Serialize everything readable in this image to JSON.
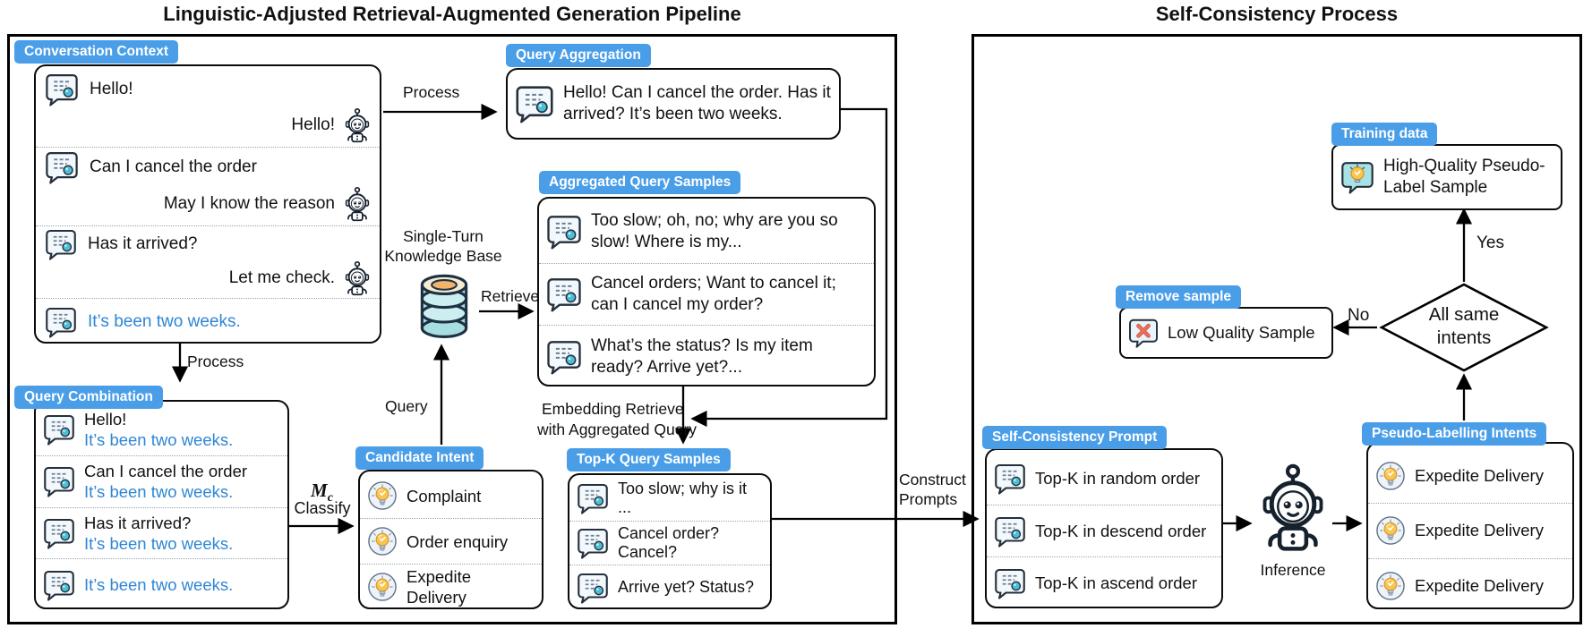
{
  "titles": {
    "left": "Linguistic-Adjusted Retrieval-Augmented Generation Pipeline",
    "right": "Self-Consistency Process"
  },
  "colors": {
    "label_bg": "#4a9ee8",
    "blue_text": "#2e86d4",
    "border": "#000000"
  },
  "conversation": {
    "label": "Conversation Context",
    "rows": [
      {
        "user": "Hello!",
        "bot": "Hello!"
      },
      {
        "user": "Can I cancel the order",
        "bot": "May I know the reason"
      },
      {
        "user": "Has it arrived?",
        "bot": "Let me check."
      }
    ],
    "final_user": "It’s been two weeks."
  },
  "query_aggregation": {
    "label": "Query Aggregation",
    "text": "Hello! Can I cancel the order. Has it arrived? It’s been two weeks."
  },
  "aggregated": {
    "label": "Aggregated Query Samples",
    "items": [
      "Too slow; oh, no; why are you so slow! Where is my...",
      "Cancel orders; Want to cancel it; can I cancel my order?",
      "What’s the status? Is my item ready? Arrive yet?..."
    ]
  },
  "combination": {
    "label": "Query Combination",
    "rows": [
      {
        "black": "Hello!",
        "blue": "It’s been two weeks."
      },
      {
        "black": "Can I cancel the order",
        "blue": "It’s been two weeks."
      },
      {
        "black": "Has it arrived?",
        "blue": "It’s been two weeks."
      }
    ],
    "final": "It’s been two weeks."
  },
  "knowledge_base": {
    "line1": "Single-Turn",
    "line2": "Knowledge Base"
  },
  "candidate": {
    "label": "Candidate Intent",
    "items": [
      "Complaint",
      "Order enquiry",
      "Expedite Delivery"
    ]
  },
  "topk": {
    "label": "Top-K Query Samples",
    "items": [
      "Too slow; why is it ...",
      "Cancel order? Cancel?",
      "Arrive yet? Status?"
    ]
  },
  "self_consistency": {
    "label": "Self-Consistency Prompt",
    "items": [
      "Top-K in random order",
      "Top-K in descend order",
      "Top-K in ascend order"
    ]
  },
  "pseudo": {
    "label": "Pseudo-Labelling Intents",
    "items": [
      "Expedite Delivery",
      "Expedite Delivery",
      "Expedite Delivery"
    ]
  },
  "training": {
    "label": "Training data",
    "text": "High-Quality Pseudo-Label Sample"
  },
  "remove": {
    "label": "Remove sample",
    "text": "Low Quality Sample"
  },
  "decision": {
    "line1": "All same",
    "line2": "intents"
  },
  "classify": {
    "m": "M",
    "c": "c",
    "label": "Classify"
  },
  "labels": {
    "process_top": "Process",
    "process_down": "Process",
    "retrieve": "Retrieve",
    "query": "Query",
    "embed1": "Embedding Retrieve",
    "embed2": "with Aggregated Query",
    "construct1": "Construct",
    "construct2": "Prompts",
    "inference": "Inference",
    "yes": "Yes",
    "no": "No"
  }
}
